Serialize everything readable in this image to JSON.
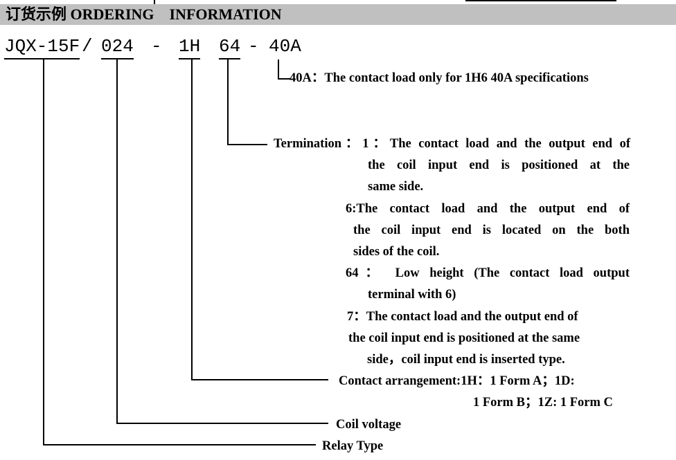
{
  "header": {
    "title": "订货示例 ORDERING    INFORMATION"
  },
  "code": {
    "relay_type": "JQX-15F",
    "slash": "/",
    "coil_voltage": "024",
    "dash1": "-",
    "contact_arrangement": "1H",
    "termination": "64",
    "dash2": "-",
    "load": "40A"
  },
  "annotations": {
    "load_40a": "40A：The contact load only for 1H6 40A specifications",
    "termination": {
      "line1": "Termination：1：The contact load and the output end of",
      "line2": "the coil input end is positioned at the",
      "line3": "same side.",
      "line4": "6:The contact load and the output end of",
      "line5": "the coil input end is located on the both",
      "line6": "sides of the coil.",
      "line7": "64：  Low height (The contact load output",
      "line8": "terminal with 6)",
      "line9": "7：The contact load and the output end of",
      "line10": "the coil input end is positioned at the same",
      "line11": "side，coil input end is inserted type."
    },
    "contact_arrangement": {
      "line1": "Contact arrangement:1H：1 Form A；1D:",
      "line2": "1 Form B；1Z: 1 Form C"
    },
    "coil_voltage": "Coil voltage",
    "relay_type": "Relay Type"
  }
}
